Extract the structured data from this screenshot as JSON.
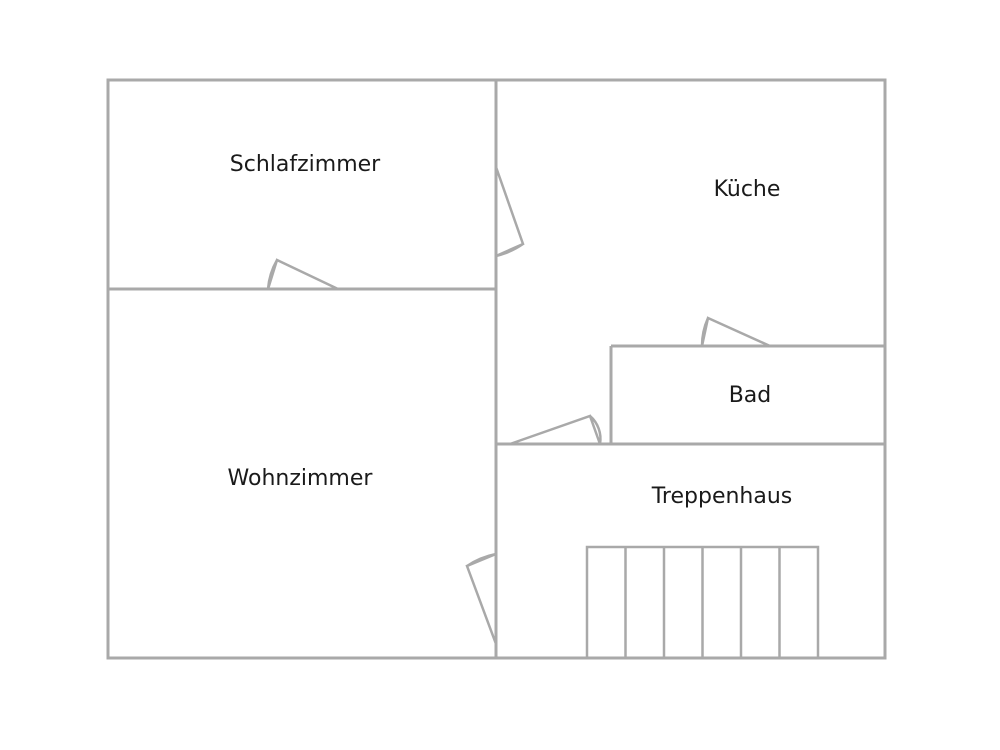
{
  "floorplan": {
    "rooms": [
      {
        "id": "schlafzimmer",
        "label": "Schlafzimmer"
      },
      {
        "id": "kueche",
        "label": "Küche"
      },
      {
        "id": "wohnzimmer",
        "label": "Wohnzimmer"
      },
      {
        "id": "bad",
        "label": "Bad"
      },
      {
        "id": "treppenhaus",
        "label": "Treppenhaus"
      }
    ],
    "stair_steps": 6
  }
}
